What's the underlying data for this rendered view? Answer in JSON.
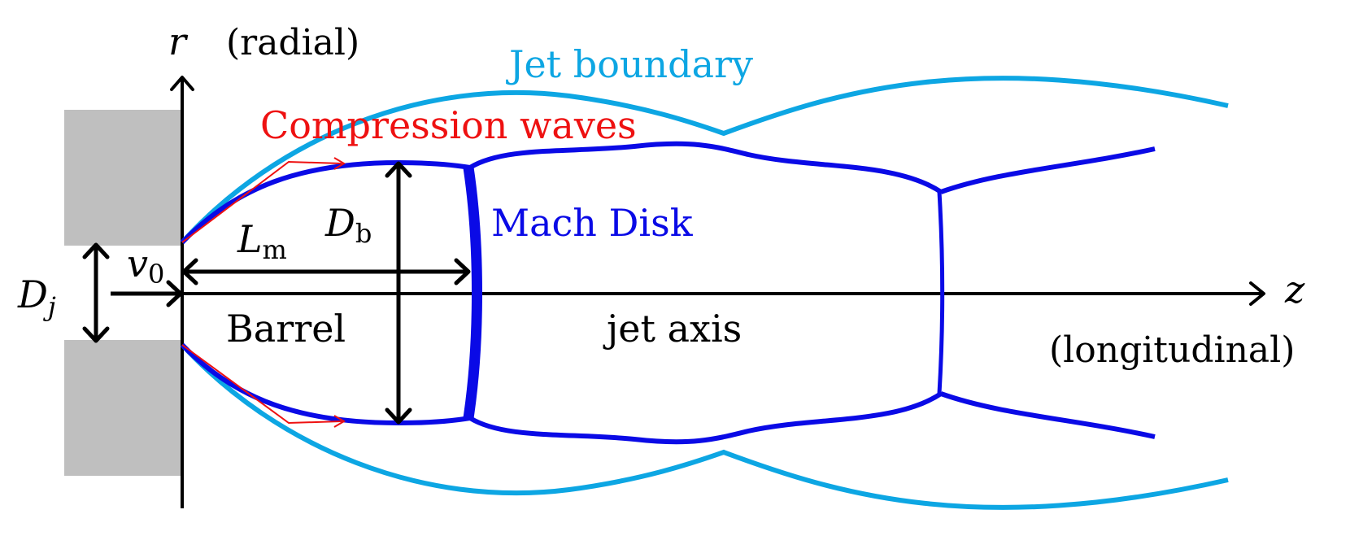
{
  "labels": {
    "r_symbol": "r",
    "radial": "(radial)",
    "jet_boundary": "Jet boundary",
    "compression_waves": "Compression waves",
    "mach_disk": "Mach Disk",
    "Lm_main": "L",
    "Lm_sub": "m",
    "Db_main": "D",
    "Db_sub": "b",
    "v0_main": "v",
    "v0_sub": "0",
    "Dj_main": "D",
    "Dj_sub": "j",
    "z_symbol": "z",
    "longitudinal": "(longitudinal)",
    "barrel": "Barrel",
    "jet_axis": "jet axis"
  },
  "colors": {
    "jet_boundary": "#0da6e3",
    "shock": "#0a0ae6",
    "compression": "#ee1111",
    "nozzle": "#bfbfbf",
    "axis": "#000000"
  }
}
